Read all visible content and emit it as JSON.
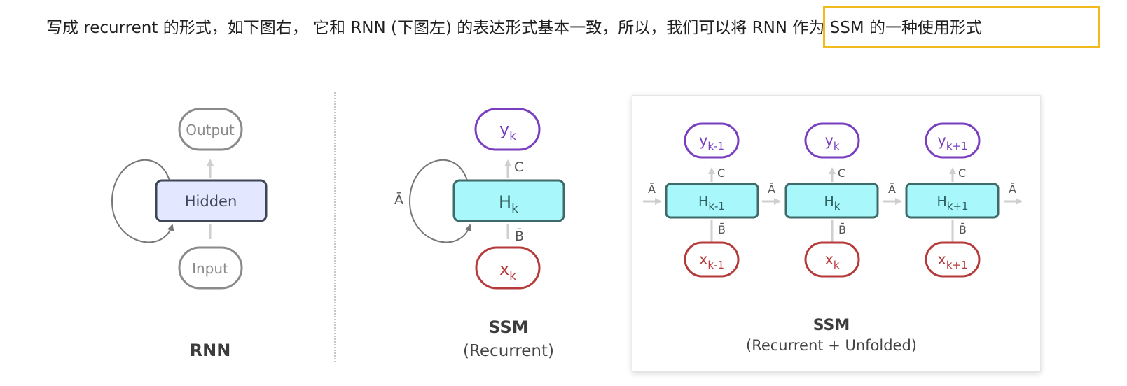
{
  "caption": {
    "text": "写成 recurrent 的形式，如下图右， 它和 RNN (下图左) 的表达形式基本一致，所以，我们可以将 RNN 作为 SSM 的一种使用形式"
  },
  "colors": {
    "highlight": "#f2bb1d",
    "rnn_hidden_fill": "#e3e7ff",
    "rnn_hidden_stroke": "#3f4656",
    "ssm_hidden_fill": "#a8f7fb",
    "ssm_hidden_stroke": "#3f6a6a",
    "output_stroke": "#7a3fbf",
    "input_stroke": "#b53a3a",
    "gray_node_stroke": "#8a8a8a",
    "arrow_gray": "#cfcfcf"
  },
  "rnn": {
    "output": "Output",
    "hidden": "Hidden",
    "input": "Input",
    "title": "RNN"
  },
  "ssm_recurrent": {
    "y": "y",
    "y_sub": "k",
    "h": "H",
    "h_sub": "k",
    "x": "x",
    "x_sub": "k",
    "a_label": "Ā",
    "b_label": "B̄",
    "c_label": "C",
    "title": "SSM",
    "subtitle": "(Recurrent)"
  },
  "ssm_unfolded": {
    "steps": [
      {
        "y_sub": "k-1",
        "h_sub": "k-1",
        "x_sub": "k-1"
      },
      {
        "y_sub": "k",
        "h_sub": "k",
        "x_sub": "k"
      },
      {
        "y_sub": "k+1",
        "h_sub": "k+1",
        "x_sub": "k+1"
      }
    ],
    "y": "y",
    "h": "H",
    "x": "x",
    "a_label": "Ā",
    "b_label": "B̄",
    "c_label": "C",
    "title": "SSM",
    "subtitle": "(Recurrent + Unfolded)"
  }
}
